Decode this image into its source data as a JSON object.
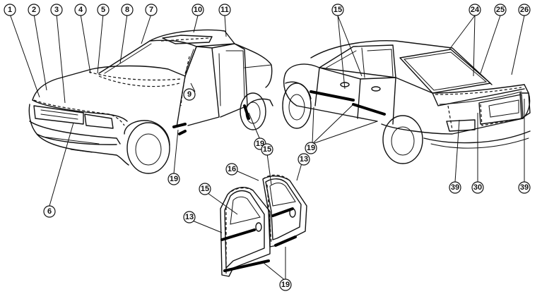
{
  "callouts": {
    "c1": "1",
    "c2": "2",
    "c3": "3",
    "c4": "4",
    "c5": "5",
    "c6": "6",
    "c7": "7",
    "c8": "8",
    "c9": "9",
    "c10": "10",
    "c11": "11",
    "c19a": "19",
    "c19b": "19",
    "c19c": "19",
    "c19d": "19",
    "c15a": "15",
    "c24": "24",
    "c25": "25",
    "c26": "26",
    "c39a": "39",
    "c30": "30",
    "c39b": "39",
    "c16": "16",
    "c13a": "13",
    "c15b": "15",
    "c15c": "15",
    "c13b": "13"
  }
}
